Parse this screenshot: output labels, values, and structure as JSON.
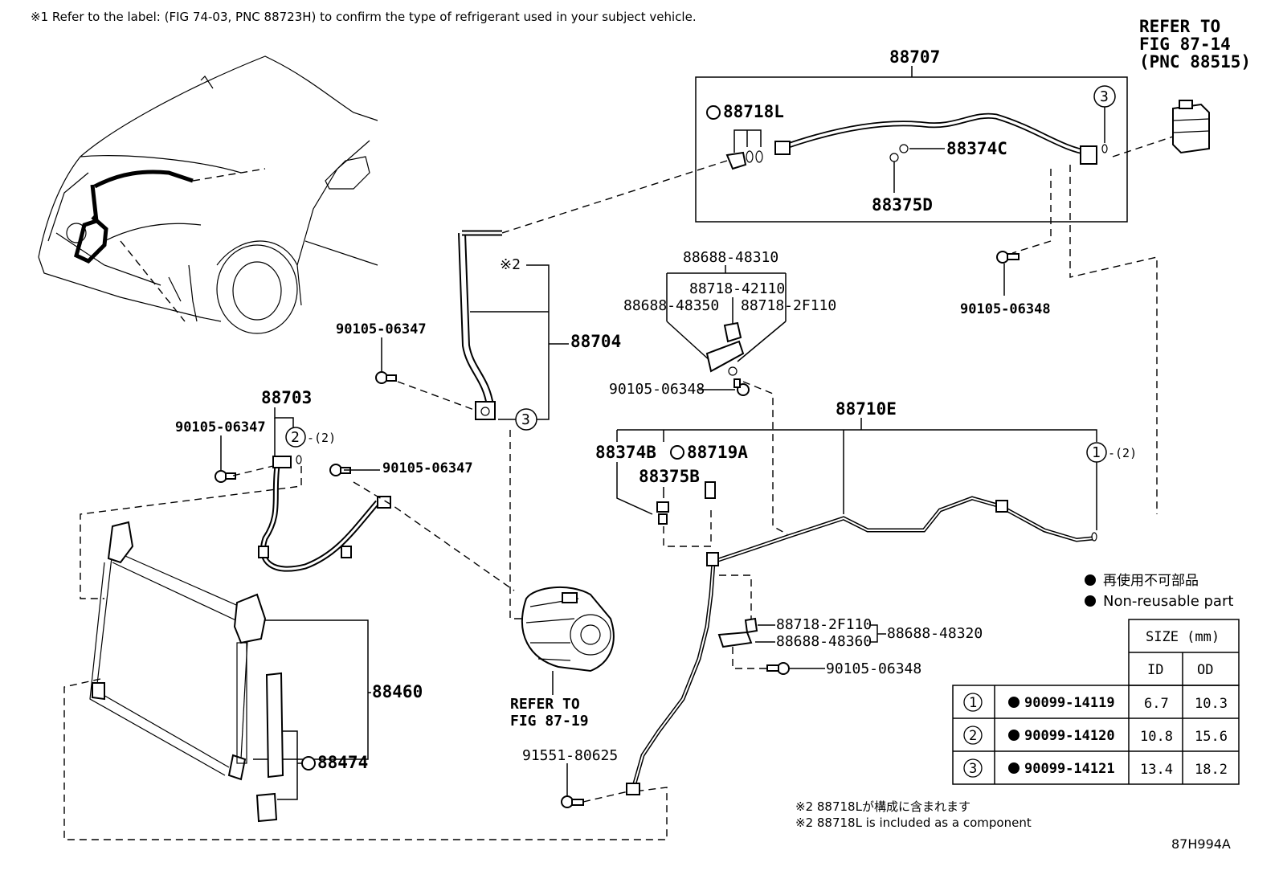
{
  "notes": {
    "top": "※1 Refer to the label: (FIG 74-03, PNC 88723H) to confirm the type of refrigerant used in your subject vehicle.",
    "component_jp": "※2 88718Lが構成に含まれます",
    "component_en": "※2 88718L is included as a component",
    "diagram_id": "87H994A",
    "star2": "※2"
  },
  "refs": {
    "ref_88515": [
      "REFER TO",
      "FIG 87-14",
      "(PNC 88515)"
    ],
    "ref_8719": [
      "REFER TO",
      "FIG 87-19"
    ]
  },
  "parts": {
    "p88707": "88707",
    "p88718L": "88718L",
    "p88374C": "88374C",
    "p88375D": "88375D",
    "p88704": "88704",
    "p88703": "88703",
    "p88460": "88460",
    "p88474": "88474",
    "p88710E": "88710E",
    "p88374B": "88374B",
    "p88719A": "88719A",
    "p88375B": "88375B",
    "p88688_48310": "88688-48310",
    "p88718_42110": "88718-42110",
    "p88688_48350": "88688-48350",
    "p88718_2F110a": "88718-2F110",
    "p88718_2F110b": "88718-2F110",
    "p88688_48360": "88688-48360",
    "p88688_48320": "88688-48320",
    "p90105_06347a": "90105-06347",
    "p90105_06347b": "90105-06347",
    "p90105_06347c": "90105-06347",
    "p90105_06348a": "90105-06348",
    "p90105_06348b": "90105-06348",
    "p90105_06348c": "90105-06348",
    "p91551_80625": "91551-80625"
  },
  "callouts": {
    "c1": "1",
    "c2": "2",
    "c3": "3",
    "qty2": "-(2)"
  },
  "legend": {
    "jp": "再使用不可部品",
    "en": "Non-reusable part"
  },
  "size_table": {
    "header": "SIZE (mm)",
    "col_id": "ID",
    "col_od": "OD",
    "rows": [
      {
        "num": "1",
        "part": "90099-14119",
        "id": "6.7",
        "od": "10.3"
      },
      {
        "num": "2",
        "part": "90099-14120",
        "id": "10.8",
        "od": "15.6"
      },
      {
        "num": "3",
        "part": "90099-14121",
        "id": "13.4",
        "od": "18.2"
      }
    ]
  }
}
